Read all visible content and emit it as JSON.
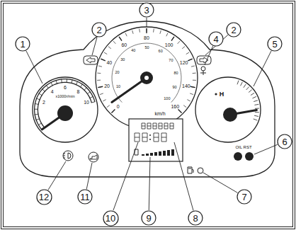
{
  "diagram": {
    "nodes": [
      {
        "text": [
          "3"
        ]
      },
      {
        "text": [
          "2"
        ]
      },
      {
        "text": [
          "2"
        ]
      },
      {
        "text": [
          "1"
        ]
      },
      {
        "text": [
          "4"
        ]
      },
      {
        "text": [
          "5"
        ]
      },
      {
        "text": [
          "6"
        ]
      },
      {
        "text": [
          "12"
        ]
      },
      {
        "text": [
          "11"
        ]
      },
      {
        "text": [
          "7"
        ]
      },
      {
        "text": [
          "10"
        ]
      },
      {
        "text": [
          "9"
        ]
      },
      {
        "text": [
          "8"
        ]
      }
    ],
    "labels": [
      "2",
      "4",
      "6",
      "8",
      "10",
      "x1000r/min",
      "0",
      "20",
      "40",
      "60",
      "80",
      "100",
      "120",
      "140",
      "160",
      "10",
      "20",
      "30",
      "40",
      "50",
      "60",
      "70",
      "80",
      "90",
      "100",
      "km/h",
      "H",
      "OIL RST"
    ]
  }
}
